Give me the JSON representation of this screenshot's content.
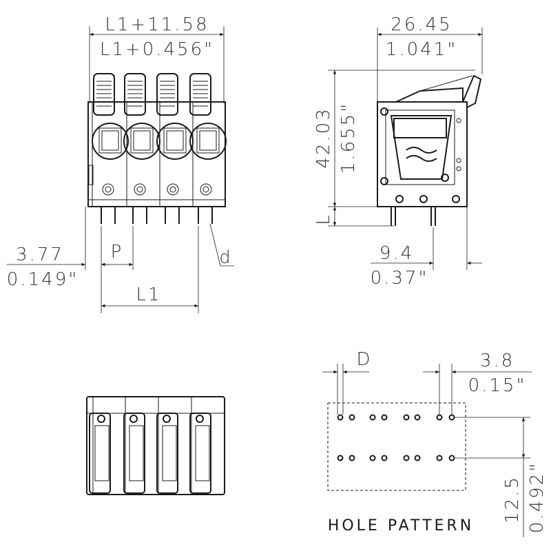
{
  "front_view": {
    "overall_width_mm": "L1+11.58",
    "overall_width_in": "L1+0.456\"",
    "offset_mm": "3.77",
    "offset_in": "0.149\"",
    "pitch_label": "P",
    "length_label": "L1",
    "pin_diameter_label": "d",
    "pole_count": 4
  },
  "side_view": {
    "depth_mm": "26.45",
    "depth_in": "1.041\"",
    "height_mm": "42.03",
    "height_in": "1.655\"",
    "pin_length_label": "L",
    "pin_offset_mm": "9.4",
    "pin_offset_in": "0.37\""
  },
  "hole_pattern": {
    "title": "HOLE PATTERN",
    "hole_diameter_label": "D",
    "hole_spacing_mm": "3.8",
    "hole_spacing_in": "0.15\"",
    "row_spacing_mm": "12.5",
    "row_spacing_in": "0.492\""
  }
}
